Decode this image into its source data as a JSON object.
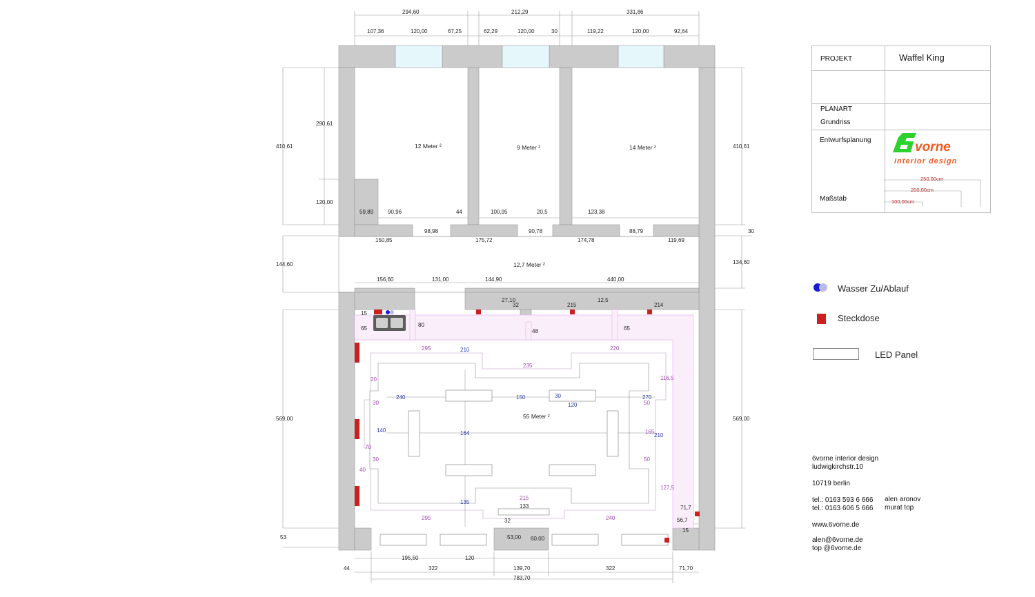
{
  "title_block": {
    "projekt_label": "PROJEKT",
    "projekt_value": "Waffel King",
    "planart_label": "PLANART",
    "planart_value": "Grundriss",
    "phase_label": "Entwurfsplanung",
    "massstab_label": "Maßstab",
    "scale_bars": [
      "250,00cm",
      "200,00cm",
      "100,00cm"
    ]
  },
  "logo": {
    "word": "vorne",
    "digit": "6",
    "tagline": "interior design"
  },
  "legend": [
    {
      "label": "Wasser Zu/Ablauf",
      "icon": "water-icon"
    },
    {
      "label": "Steckdose",
      "icon": "socket-icon"
    },
    {
      "label": "LED Panel",
      "icon": "led-panel-icon"
    }
  ],
  "contact": {
    "company": "6vorne interior design",
    "street": "ludwigkirchstr.10",
    "city": "10719 berlin",
    "phone1": "tel.: 0163 593 6 666",
    "phone2": "tel.: 0163 606 5 666",
    "person1": "alen aronov",
    "person2": "murat top",
    "web": "www.6vorne.de",
    "email1": "alen@6vorne.de",
    "email2": "top @6vorne.de"
  },
  "rooms": {
    "room1": "12 Meter ²",
    "room2": "9 Meter ²",
    "room3": "14 Meter ²",
    "corridor": "12,7 Meter ²",
    "main": "55 Meter ²"
  },
  "dims": {
    "top_overall": [
      "294,60",
      "212,29",
      "331,86"
    ],
    "top_detail": [
      "107,36",
      "120,00",
      "67,25",
      "62,29",
      "120,00",
      "30",
      "119,22",
      "120,00",
      "92,64"
    ],
    "left": [
      "410,61",
      "290,61",
      "120,00",
      "144,60",
      "569,00",
      "53"
    ],
    "right": [
      "410,61",
      "134,60",
      "569,00",
      "30"
    ],
    "mid_row": [
      "59,89",
      "90,96",
      "44",
      "100,95",
      "20,5",
      "123,38"
    ],
    "door_row": [
      "98,98",
      "90,78",
      "88,79"
    ],
    "below_row": [
      "150,85",
      "175,72",
      "174,78",
      "119,69"
    ],
    "corr_row": [
      "156,60",
      "131,00",
      "144,90",
      "440,00"
    ],
    "hall_top": [
      "27,10",
      "32",
      "215",
      "12,5",
      "214",
      "15",
      "65",
      "80",
      "48",
      "65"
    ],
    "bottom": [
      "195,50",
      "120",
      "44",
      "322",
      "139,70",
      "322",
      "71,70",
      "783,70",
      "53,00",
      "60,00",
      "32",
      "133",
      "71,7",
      "56,7",
      "15"
    ]
  },
  "led_dims": {
    "purple": [
      "295",
      "235",
      "220",
      "116,5",
      "20",
      "30",
      "70",
      "30",
      "40",
      "50",
      "165",
      "50",
      "127,5",
      "215",
      "295",
      "240"
    ],
    "blue": [
      "210",
      "240",
      "150",
      "30",
      "120",
      "270",
      "140",
      "164",
      "210",
      "135"
    ]
  }
}
